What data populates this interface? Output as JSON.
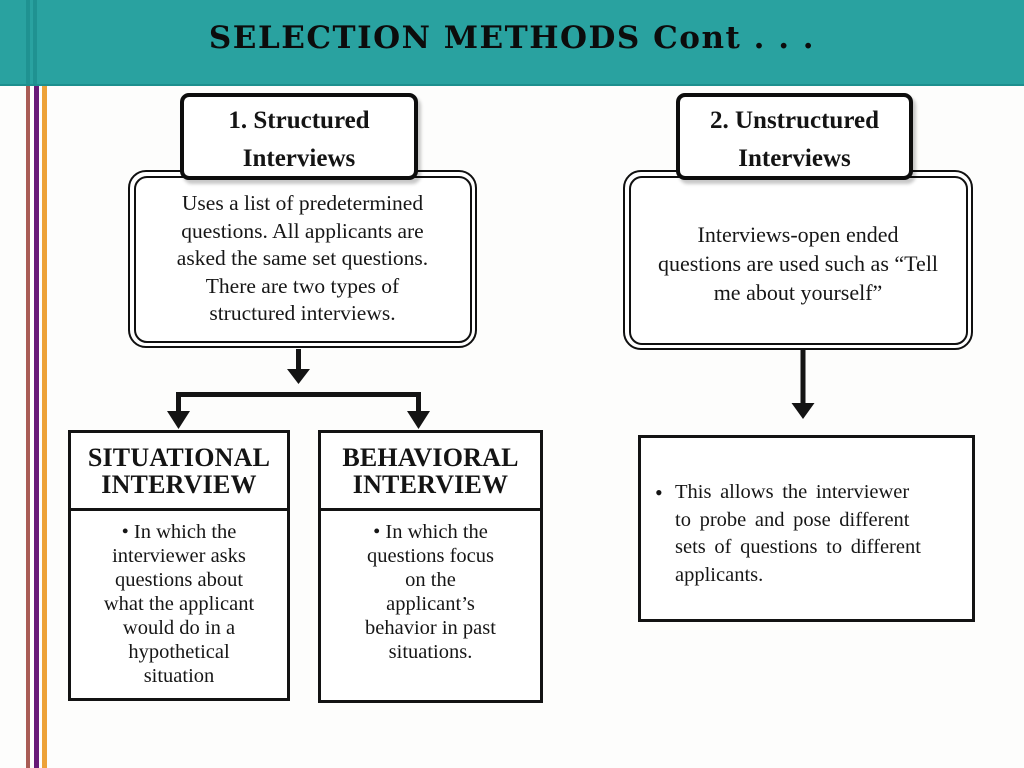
{
  "slide": {
    "title": "SELECTION METHODS Cont . . ."
  },
  "colors": {
    "teal": "#29a2a0",
    "teal_dark": "#1d8f8e",
    "stripe_red": "#a95c55",
    "stripe_purple": "#681a77",
    "stripe_orange": "#eda238",
    "ink": "#141414"
  },
  "boxes": {
    "structured_title": {
      "lines": [
        "1. Structured",
        "Interviews"
      ]
    },
    "structured_desc": {
      "lines": [
        "Uses a list of predetermined",
        "questions. All applicants are",
        "asked the same set questions.",
        "There are two types of",
        "structured interviews."
      ]
    },
    "unstructured_title": {
      "lines": [
        "2. Unstructured",
        "Interviews"
      ]
    },
    "unstructured_desc": {
      "lines": [
        "Interviews-open ended",
        "questions are used such as “Tell",
        "me about yourself”"
      ]
    },
    "situational": {
      "title_lines": [
        "SITUATIONAL",
        "INTERVIEW"
      ],
      "body_lines": [
        "• In which the",
        "interviewer asks",
        "questions about",
        "what the applicant",
        "would do in a",
        "hypothetical",
        "situation"
      ]
    },
    "behavioral": {
      "title_lines": [
        "BEHAVIORAL",
        "INTERVIEW"
      ],
      "body_lines": [
        "• In which the",
        "questions focus",
        "on the",
        "applicant’s",
        "behavior in past",
        "situations."
      ]
    },
    "unstructured_note": {
      "bullet": "•",
      "lines": [
        "This allows the interviewer",
        "to probe and pose different",
        "sets of questions to different",
        "applicants."
      ]
    }
  }
}
